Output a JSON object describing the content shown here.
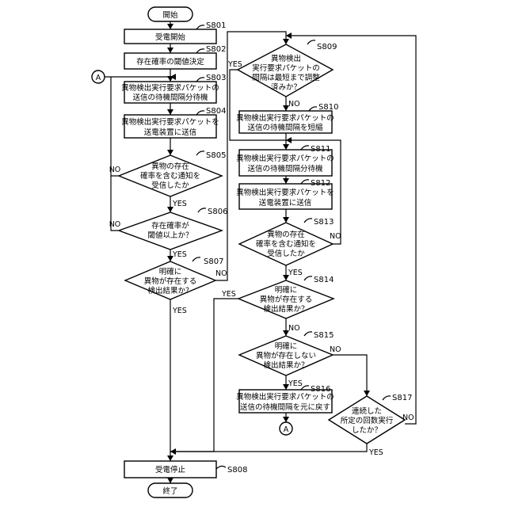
{
  "nodes": {
    "start": {
      "text": [
        "開始"
      ]
    },
    "s801": {
      "text": [
        "受電開始"
      ],
      "step": "S801"
    },
    "s802": {
      "text": [
        "存在確率の閾値決定"
      ],
      "step": "S802"
    },
    "s803": {
      "text": [
        "異物検出実行要求パケットの",
        "送信の待機間隔分待機"
      ],
      "step": "S803"
    },
    "s804": {
      "text": [
        "異物検出実行要求パケットを",
        "送電装置に送信"
      ],
      "step": "S804"
    },
    "s805": {
      "text": [
        "異物の存在",
        "確率を含む通知を",
        "受信したか"
      ],
      "step": "S805"
    },
    "s806": {
      "text": [
        "存在確率が",
        "閾値以上か？"
      ],
      "step": "S806"
    },
    "s807": {
      "text": [
        "明確に",
        "異物が存在する",
        "検出結果か？"
      ],
      "step": "S807"
    },
    "s808": {
      "text": [
        "受電停止"
      ],
      "step": "S808"
    },
    "end": {
      "text": [
        "終了"
      ]
    },
    "s809": {
      "text": [
        "異物検出",
        "実行要求パケットの",
        "間隔は最短まで調整",
        "済みか？"
      ],
      "step": "S809"
    },
    "s810": {
      "text": [
        "異物検出実行要求パケットの",
        "送信の待機間隔を短縮"
      ],
      "step": "S810"
    },
    "s811": {
      "text": [
        "異物検出実行要求パケットの",
        "送信の待機間隔分待機"
      ],
      "step": "S811"
    },
    "s812": {
      "text": [
        "異物検出実行要求パケットを",
        "送電装置に送信"
      ],
      "step": "S812"
    },
    "s813": {
      "text": [
        "異物の存在",
        "確率を含む通知を",
        "受信したか"
      ],
      "step": "S813"
    },
    "s814": {
      "text": [
        "明確に",
        "異物が存在する",
        "検出結果か？"
      ],
      "step": "S814"
    },
    "s815": {
      "text": [
        "明確に",
        "異物が存在しない",
        "検出結果か？"
      ],
      "step": "S815"
    },
    "s816": {
      "text": [
        "異物検出実行要求パケットの",
        "送信の待機間隔を元に戻す"
      ],
      "step": "S816"
    },
    "s817": {
      "text": [
        "連続した",
        "所定の回数実行",
        "したか？"
      ],
      "step": "S817"
    },
    "connA1": {
      "text": [
        "A"
      ]
    },
    "connA2": {
      "text": [
        "A"
      ]
    }
  },
  "edge_labels": {
    "yes": "YES",
    "no": "NO"
  }
}
